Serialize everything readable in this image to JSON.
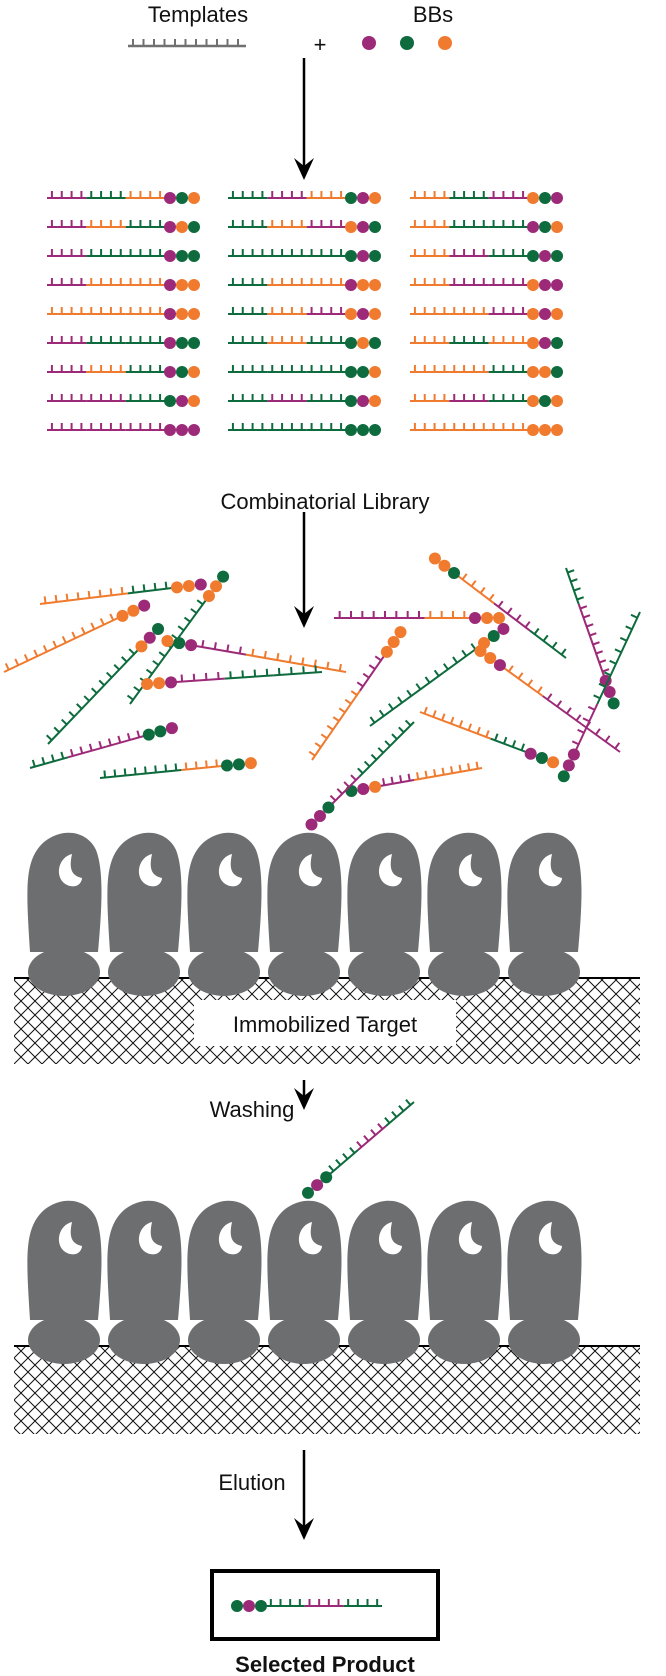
{
  "labels": {
    "templates": "Templates",
    "plus": "+",
    "bbs": "BBs",
    "library": "Combinatorial Library",
    "target": "Immobilized Target",
    "washing": "Washing",
    "elution": "Elution",
    "selected": "Selected Product"
  },
  "colors": {
    "purple": "#9c2a78",
    "green": "#0d6b3d",
    "orange": "#f07a2e",
    "grey": "#707070",
    "protein": "#6d6e70",
    "black": "#000000"
  },
  "icons": {
    "template": "dna-template-strand-icon",
    "building_block": "building-block-bead-icon",
    "arrow": "process-arrow-icon",
    "protein": "protein-target-icon",
    "surface": "crosshatch-surface-icon"
  },
  "library_columns": [
    [
      {
        "segs": [
          "purple",
          "green",
          "orange"
        ],
        "beads": [
          "purple",
          "green",
          "orange"
        ]
      },
      {
        "segs": [
          "purple",
          "orange",
          "green"
        ],
        "beads": [
          "purple",
          "orange",
          "green"
        ]
      },
      {
        "segs": [
          "purple",
          "green",
          "green"
        ],
        "beads": [
          "purple",
          "green",
          "green"
        ]
      },
      {
        "segs": [
          "purple",
          "orange",
          "orange"
        ],
        "beads": [
          "purple",
          "orange",
          "orange"
        ]
      },
      {
        "segs": [
          "orange",
          "orange",
          "orange"
        ],
        "beads": [
          "purple",
          "orange",
          "orange"
        ]
      },
      {
        "segs": [
          "purple",
          "green",
          "green"
        ],
        "beads": [
          "purple",
          "green",
          "green"
        ]
      },
      {
        "segs": [
          "purple",
          "orange",
          "green"
        ],
        "beads": [
          "purple",
          "green",
          "orange"
        ]
      },
      {
        "segs": [
          "purple",
          "purple",
          "green"
        ],
        "beads": [
          "green",
          "purple",
          "orange"
        ]
      },
      {
        "segs": [
          "purple",
          "purple",
          "purple"
        ],
        "beads": [
          "purple",
          "purple",
          "purple"
        ]
      }
    ],
    [
      {
        "segs": [
          "green",
          "purple",
          "orange"
        ],
        "beads": [
          "green",
          "purple",
          "orange"
        ]
      },
      {
        "segs": [
          "green",
          "orange",
          "purple"
        ],
        "beads": [
          "orange",
          "purple",
          "green"
        ]
      },
      {
        "segs": [
          "green",
          "green",
          "green"
        ],
        "beads": [
          "green",
          "purple",
          "green"
        ]
      },
      {
        "segs": [
          "green",
          "orange",
          "orange"
        ],
        "beads": [
          "purple",
          "orange",
          "orange"
        ]
      },
      {
        "segs": [
          "green",
          "orange",
          "purple"
        ],
        "beads": [
          "orange",
          "purple",
          "orange"
        ]
      },
      {
        "segs": [
          "green",
          "orange",
          "green"
        ],
        "beads": [
          "green",
          "orange",
          "green"
        ]
      },
      {
        "segs": [
          "green",
          "green",
          "green"
        ],
        "beads": [
          "green",
          "green",
          "orange"
        ]
      },
      {
        "segs": [
          "green",
          "purple",
          "green"
        ],
        "beads": [
          "green",
          "purple",
          "orange"
        ]
      },
      {
        "segs": [
          "green",
          "green",
          "green"
        ],
        "beads": [
          "green",
          "green",
          "green"
        ]
      }
    ],
    [
      {
        "segs": [
          "orange",
          "green",
          "purple"
        ],
        "beads": [
          "orange",
          "green",
          "purple"
        ]
      },
      {
        "segs": [
          "orange",
          "green",
          "green"
        ],
        "beads": [
          "purple",
          "green",
          "orange"
        ]
      },
      {
        "segs": [
          "orange",
          "purple",
          "green"
        ],
        "beads": [
          "green",
          "purple",
          "green"
        ]
      },
      {
        "segs": [
          "orange",
          "purple",
          "purple"
        ],
        "beads": [
          "orange",
          "purple",
          "purple"
        ]
      },
      {
        "segs": [
          "orange",
          "orange",
          "purple"
        ],
        "beads": [
          "orange",
          "purple",
          "orange"
        ]
      },
      {
        "segs": [
          "orange",
          "green",
          "orange"
        ],
        "beads": [
          "orange",
          "purple",
          "green"
        ]
      },
      {
        "segs": [
          "orange",
          "orange",
          "green"
        ],
        "beads": [
          "orange",
          "orange",
          "green"
        ]
      },
      {
        "segs": [
          "orange",
          "purple",
          "green"
        ],
        "beads": [
          "orange",
          "green",
          "orange"
        ]
      },
      {
        "segs": [
          "orange",
          "orange",
          "orange"
        ],
        "beads": [
          "orange",
          "orange",
          "orange"
        ]
      }
    ]
  ],
  "bb_order": [
    "purple",
    "green",
    "orange"
  ],
  "scattered_strands": [
    {
      "segs": [
        "orange",
        "orange",
        "green"
      ],
      "beads": [
        "orange",
        "orange",
        "purple"
      ]
    },
    {
      "segs": [
        "orange",
        "orange",
        "orange"
      ],
      "beads": [
        "orange",
        "orange",
        "purple"
      ]
    },
    {
      "segs": [
        "green",
        "green",
        "green"
      ],
      "beads": [
        "orange",
        "purple",
        "green"
      ]
    },
    {
      "segs": [
        "green",
        "green",
        "green"
      ],
      "beads": [
        "orange",
        "orange",
        "green"
      ]
    },
    {
      "segs": [
        "orange",
        "orange",
        "purple"
      ],
      "beads": [
        "purple",
        "green",
        "orange"
      ]
    },
    {
      "segs": [
        "green",
        "green",
        "purple"
      ],
      "beads": [
        "purple",
        "orange",
        "orange"
      ]
    },
    {
      "segs": [
        "green",
        "purple",
        "purple"
      ],
      "beads": [
        "green",
        "green",
        "purple"
      ]
    },
    {
      "segs": [
        "green",
        "green",
        "orange"
      ],
      "beads": [
        "green",
        "green",
        "orange"
      ]
    },
    {
      "segs": [
        "orange",
        "orange",
        "purple"
      ],
      "beads": [
        "orange",
        "orange",
        "orange"
      ]
    },
    {
      "segs": [
        "purple",
        "purple",
        "orange"
      ],
      "beads": [
        "purple",
        "orange",
        "orange"
      ]
    },
    {
      "segs": [
        "green",
        "green",
        "green"
      ],
      "beads": [
        "orange",
        "green",
        "purple"
      ]
    },
    {
      "segs": [
        "green",
        "purple",
        "orange"
      ],
      "beads": [
        "green",
        "orange",
        "orange"
      ]
    },
    {
      "segs": [
        "green",
        "purple",
        "purple"
      ],
      "beads": [
        "purple",
        "purple",
        "green"
      ]
    },
    {
      "segs": [
        "orange",
        "orange",
        "purple"
      ],
      "beads": [
        "orange",
        "purple",
        "green"
      ]
    },
    {
      "segs": [
        "purple",
        "purple",
        "orange"
      ],
      "beads": [
        "purple",
        "orange",
        "orange"
      ]
    },
    {
      "segs": [
        "orange",
        "orange",
        "green"
      ],
      "beads": [
        "purple",
        "green",
        "orange"
      ]
    },
    {
      "segs": [
        "green",
        "green",
        "purple"
      ],
      "beads": [
        "purple",
        "purple",
        "green"
      ]
    }
  ],
  "bound_strand": {
    "segs": [
      "green",
      "green",
      "purple"
    ],
    "beads": [
      "green",
      "purple",
      "purple"
    ]
  },
  "washed_strand": {
    "segs": [
      "green",
      "purple",
      "green"
    ],
    "beads": [
      "green",
      "purple",
      "green"
    ]
  },
  "selected_product": {
    "segs": [
      "green",
      "purple",
      "green"
    ],
    "beads": [
      "green",
      "purple",
      "green"
    ]
  }
}
